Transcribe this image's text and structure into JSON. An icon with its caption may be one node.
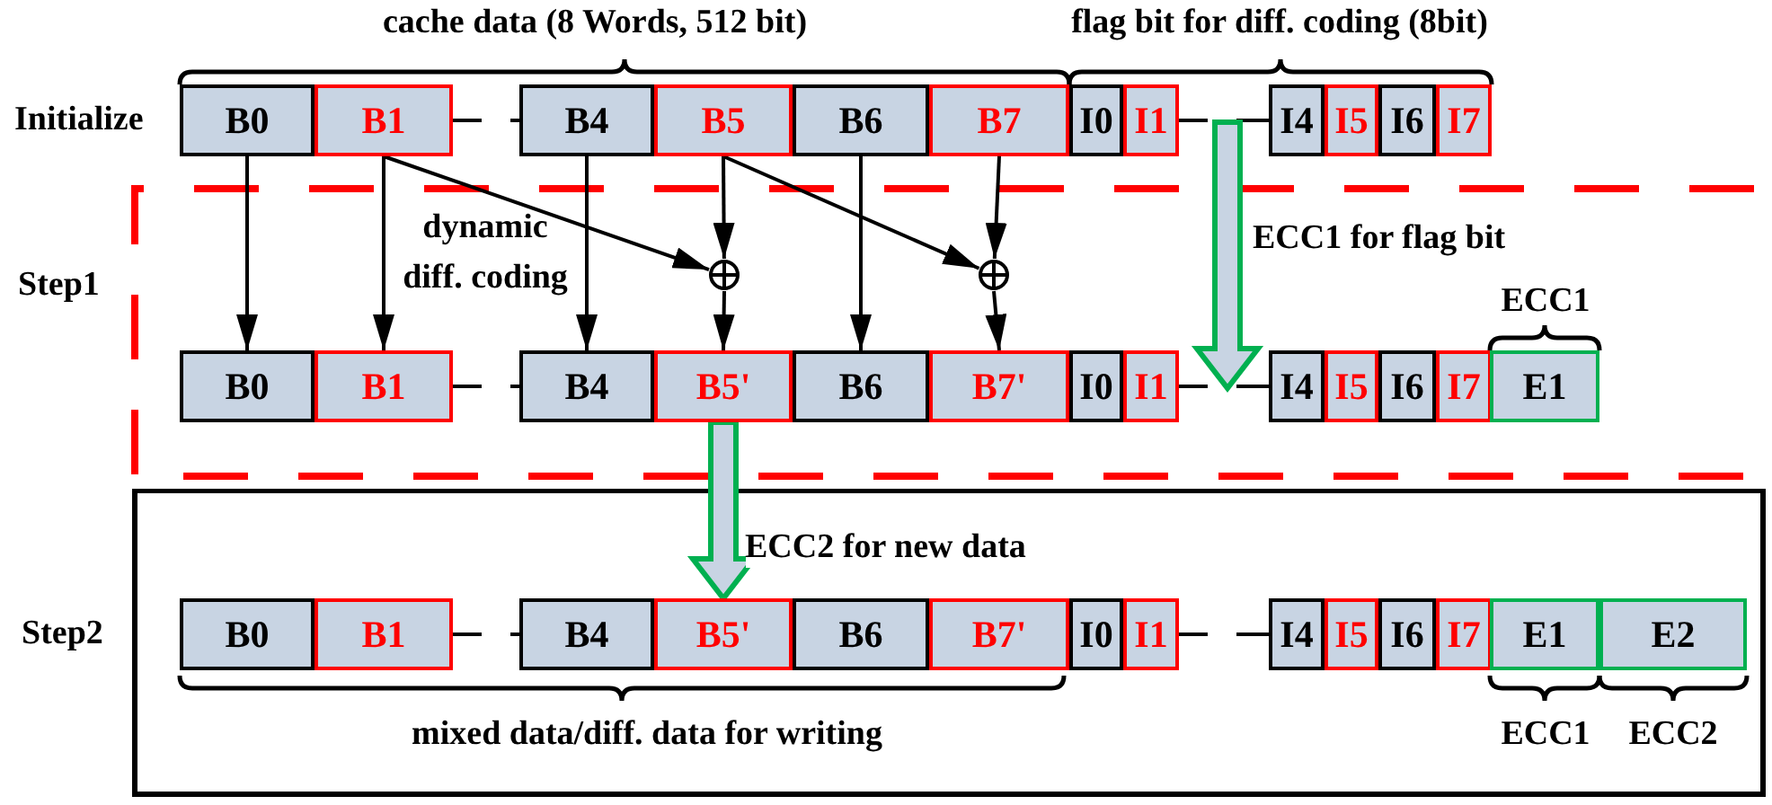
{
  "diagram": {
    "nodes": [
      {
        "text": [
          "B0"
        ]
      },
      {
        "text": [
          "B1"
        ]
      },
      {
        "text": [
          "B4"
        ]
      },
      {
        "text": [
          "B5"
        ]
      },
      {
        "text": [
          "B6"
        ]
      },
      {
        "text": [
          "B7"
        ]
      },
      {
        "text": [
          "I0"
        ]
      },
      {
        "text": [
          "I1"
        ]
      },
      {
        "text": [
          "I4"
        ]
      },
      {
        "text": [
          "I5"
        ]
      },
      {
        "text": [
          "I6"
        ]
      },
      {
        "text": [
          "I7"
        ]
      },
      {
        "text": [
          "Step1"
        ]
      },
      {
        "text": [],
        "shape": "circle",
        "in": 12
      },
      {
        "text": [],
        "shape": "circle",
        "in": 12
      },
      {
        "text": [
          "B0"
        ],
        "in": 12
      },
      {
        "text": [
          "B1"
        ],
        "in": 12
      },
      {
        "text": [
          "B4"
        ],
        "in": 12
      },
      {
        "text": [
          "B5'"
        ],
        "in": 12
      },
      {
        "text": [
          "B6"
        ],
        "in": 12
      },
      {
        "text": [
          "B7'"
        ],
        "in": 12
      },
      {
        "text": [
          "I0"
        ],
        "in": 12
      },
      {
        "text": [
          "I1"
        ],
        "in": 12
      },
      {
        "text": [
          "I4"
        ],
        "in": 12
      },
      {
        "text": [
          "I5"
        ],
        "in": 12
      },
      {
        "text": [
          "I6"
        ],
        "in": 12
      },
      {
        "text": [
          "I7"
        ],
        "in": 12
      },
      {
        "text": [
          "E1"
        ],
        "in": 12
      },
      {
        "text": [
          "Step2"
        ]
      },
      {
        "text": [
          "B0"
        ],
        "in": 28
      },
      {
        "text": [
          "B1"
        ],
        "in": 28
      },
      {
        "text": [
          "B4"
        ],
        "in": 28
      },
      {
        "text": [
          "B5'"
        ],
        "in": 28
      },
      {
        "text": [
          "B6"
        ],
        "in": 28
      },
      {
        "text": [
          "B7'"
        ],
        "in": 28
      },
      {
        "text": [
          "I0"
        ],
        "in": 28
      },
      {
        "text": [
          "I1"
        ],
        "in": 28
      },
      {
        "text": [
          "I4"
        ],
        "in": 28
      },
      {
        "text": [
          "I5"
        ],
        "in": 28
      },
      {
        "text": [
          "I6"
        ],
        "in": 28
      },
      {
        "text": [
          "I7"
        ],
        "in": 28
      },
      {
        "text": [
          "E1"
        ],
        "in": 28
      },
      {
        "text": [
          "E2"
        ],
        "in": 28
      }
    ],
    "edges": [
      {
        "from": 0,
        "to": 15,
        "arrow": "to"
      },
      {
        "from": 1,
        "to": 16,
        "arrow": "to"
      },
      {
        "from": 1,
        "to": 13,
        "arrow": "to"
      },
      {
        "from": 2,
        "to": 17,
        "arrow": "to"
      },
      {
        "from": 3,
        "to": 13,
        "arrow": "to"
      },
      {
        "from": 13,
        "to": 18,
        "arrow": "to"
      },
      {
        "from": 3,
        "to": 14,
        "arrow": "to"
      },
      {
        "from": 4,
        "to": 19,
        "arrow": "to"
      },
      {
        "from": 5,
        "to": 14,
        "arrow": "to"
      },
      {
        "from": 14,
        "to": 20,
        "arrow": "to"
      },
      {
        "from": 18,
        "to": 32,
        "arrow": "to",
        "label": "ECC2 for new data",
        "style": "thick",
        "color": "#00b050"
      },
      {
        "from": 1,
        "to": 2,
        "arrow": "none",
        "style": "dashed"
      },
      {
        "from": 7,
        "to": 8,
        "arrow": "none",
        "style": "dashed"
      },
      {
        "from": 16,
        "to": 17,
        "arrow": "none",
        "style": "dashed"
      },
      {
        "from": 22,
        "to": 23,
        "arrow": "none",
        "style": "dashed"
      },
      {
        "from": 30,
        "to": 31,
        "arrow": "none",
        "style": "dashed"
      },
      {
        "from": 36,
        "to": 37,
        "arrow": "none",
        "style": "dashed"
      }
    ],
    "labels": [
      "cache data (8 Words, 512 bit)",
      "flag bit for diff. coding (8bit)",
      "Initialize",
      "dynamic diff. coding",
      "ECC1 for flag bit",
      "ECC1",
      "mixed data/diff. data for writing",
      "ECC1",
      "ECC2"
    ]
  }
}
